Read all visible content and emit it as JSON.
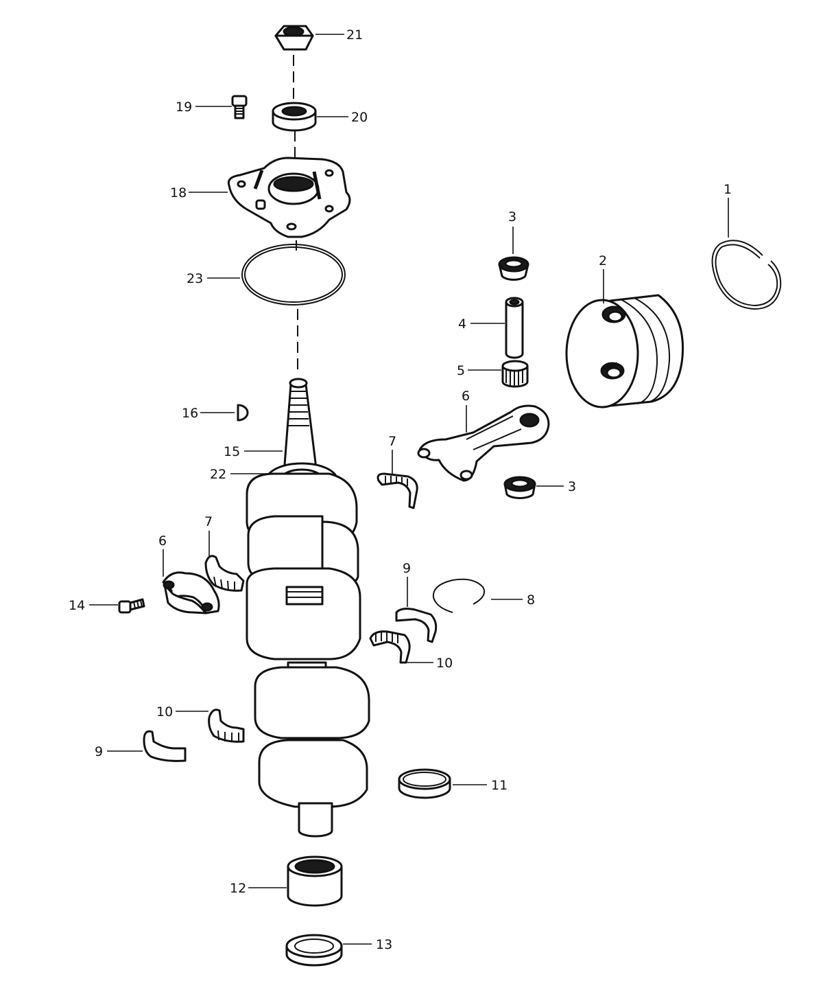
{
  "callouts": [
    {
      "id": "c21",
      "label": "21"
    },
    {
      "id": "c19",
      "label": "19"
    },
    {
      "id": "c20",
      "label": "20"
    },
    {
      "id": "c18",
      "label": "18"
    },
    {
      "id": "c1",
      "label": "1"
    },
    {
      "id": "c3a",
      "label": "3"
    },
    {
      "id": "c2",
      "label": "2"
    },
    {
      "id": "c23",
      "label": "23"
    },
    {
      "id": "c4",
      "label": "4"
    },
    {
      "id": "c5",
      "label": "5"
    },
    {
      "id": "c16",
      "label": "16"
    },
    {
      "id": "c6a",
      "label": "6"
    },
    {
      "id": "c15",
      "label": "15"
    },
    {
      "id": "c7a",
      "label": "7"
    },
    {
      "id": "c22",
      "label": "22"
    },
    {
      "id": "c3b",
      "label": "3"
    },
    {
      "id": "c7b",
      "label": "7"
    },
    {
      "id": "c6b",
      "label": "6"
    },
    {
      "id": "c9a",
      "label": "9"
    },
    {
      "id": "c8",
      "label": "8"
    },
    {
      "id": "c14",
      "label": "14"
    },
    {
      "id": "c10a",
      "label": "10"
    },
    {
      "id": "c10b",
      "label": "10"
    },
    {
      "id": "c9b",
      "label": "9"
    },
    {
      "id": "c11",
      "label": "11"
    },
    {
      "id": "c12",
      "label": "12"
    },
    {
      "id": "c13",
      "label": "13"
    }
  ]
}
